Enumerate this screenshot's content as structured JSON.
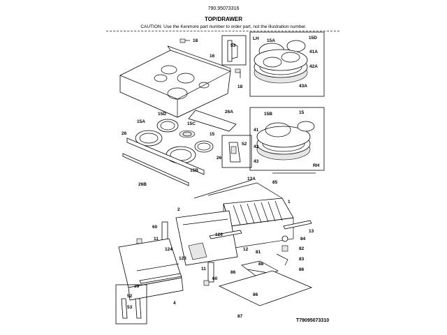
{
  "header": {
    "model_number": "790.95073316",
    "title": "TOP/DRAWER",
    "caution": "CAUTION: Use the Kenmore part number to order part, not the illustration number."
  },
  "figure_number": "T79095073310",
  "part_labels": {
    "p18a": "18",
    "p53a": "53",
    "p16": "16",
    "p18b": "18",
    "lh": "LH",
    "rh": "RH",
    "p15a_top": "15A",
    "p15d_top": "15D",
    "p41a": "41A",
    "p42a": "42A",
    "p43a": "43A",
    "p15d": "15D",
    "p15a": "15A",
    "p15c": "15C",
    "p15": "15",
    "p26a": "26A",
    "p26a_l": "26",
    "p26b_r": "26",
    "p15b": "15B",
    "p26b": "26B",
    "p52a": "52",
    "p15b_r": "15B",
    "p15_r": "15",
    "p41": "41",
    "p42": "42",
    "p43": "43",
    "p13a": "13A",
    "p85": "85",
    "p1": "1",
    "p2": "2",
    "p126": "126",
    "p60a": "60",
    "p11a": "11",
    "p124": "124",
    "p123": "123",
    "p12": "12",
    "p13": "13",
    "p84": "84",
    "p82": "82",
    "p81": "81",
    "p83": "83",
    "p88": "88",
    "p86a": "86",
    "p86b": "86",
    "p86c": "86",
    "p11b": "11",
    "p60b": "60",
    "p39": "39",
    "p4": "4",
    "p52b": "52",
    "p53b": "53",
    "p87": "87"
  }
}
